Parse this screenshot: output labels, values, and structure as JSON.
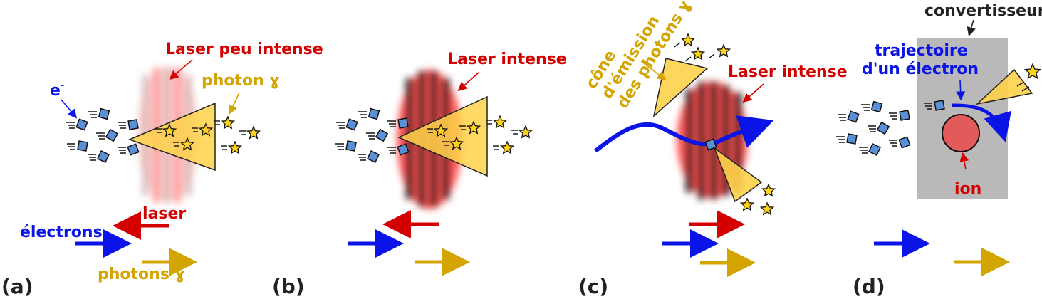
{
  "colors": {
    "red": "#d40000",
    "blue": "#0a14e6",
    "gold": "#d4a400",
    "cone_fill": "#ffd24a",
    "electron_fill": "#5b8fd6",
    "converter_fill": "#b9b9b9",
    "ion_fill": "#e25a5a",
    "star_fill": "#ffd21e"
  },
  "panels": [
    {
      "id": "a",
      "panel_label": "(a)",
      "laser_label": "Laser peu intense",
      "photon_label": "photon ɣ",
      "electron_label": "e",
      "electron_label_sup": "-",
      "arrow_laser_label": "laser",
      "arrow_electrons_label": "électrons",
      "arrow_photons_label": "photons ɣ"
    },
    {
      "id": "b",
      "panel_label": "(b)",
      "laser_label": "Laser intense"
    },
    {
      "id": "c",
      "panel_label": "(c)",
      "laser_label": "Laser intense",
      "cone_label_lines": [
        "cône",
        "d'émission",
        "des photons ɣ"
      ]
    },
    {
      "id": "d",
      "panel_label": "(d)",
      "converter_label": "convertisseur",
      "trajectory_label_lines": [
        "trajectoire",
        "d'un électron"
      ],
      "ion_label": "ion"
    }
  ]
}
